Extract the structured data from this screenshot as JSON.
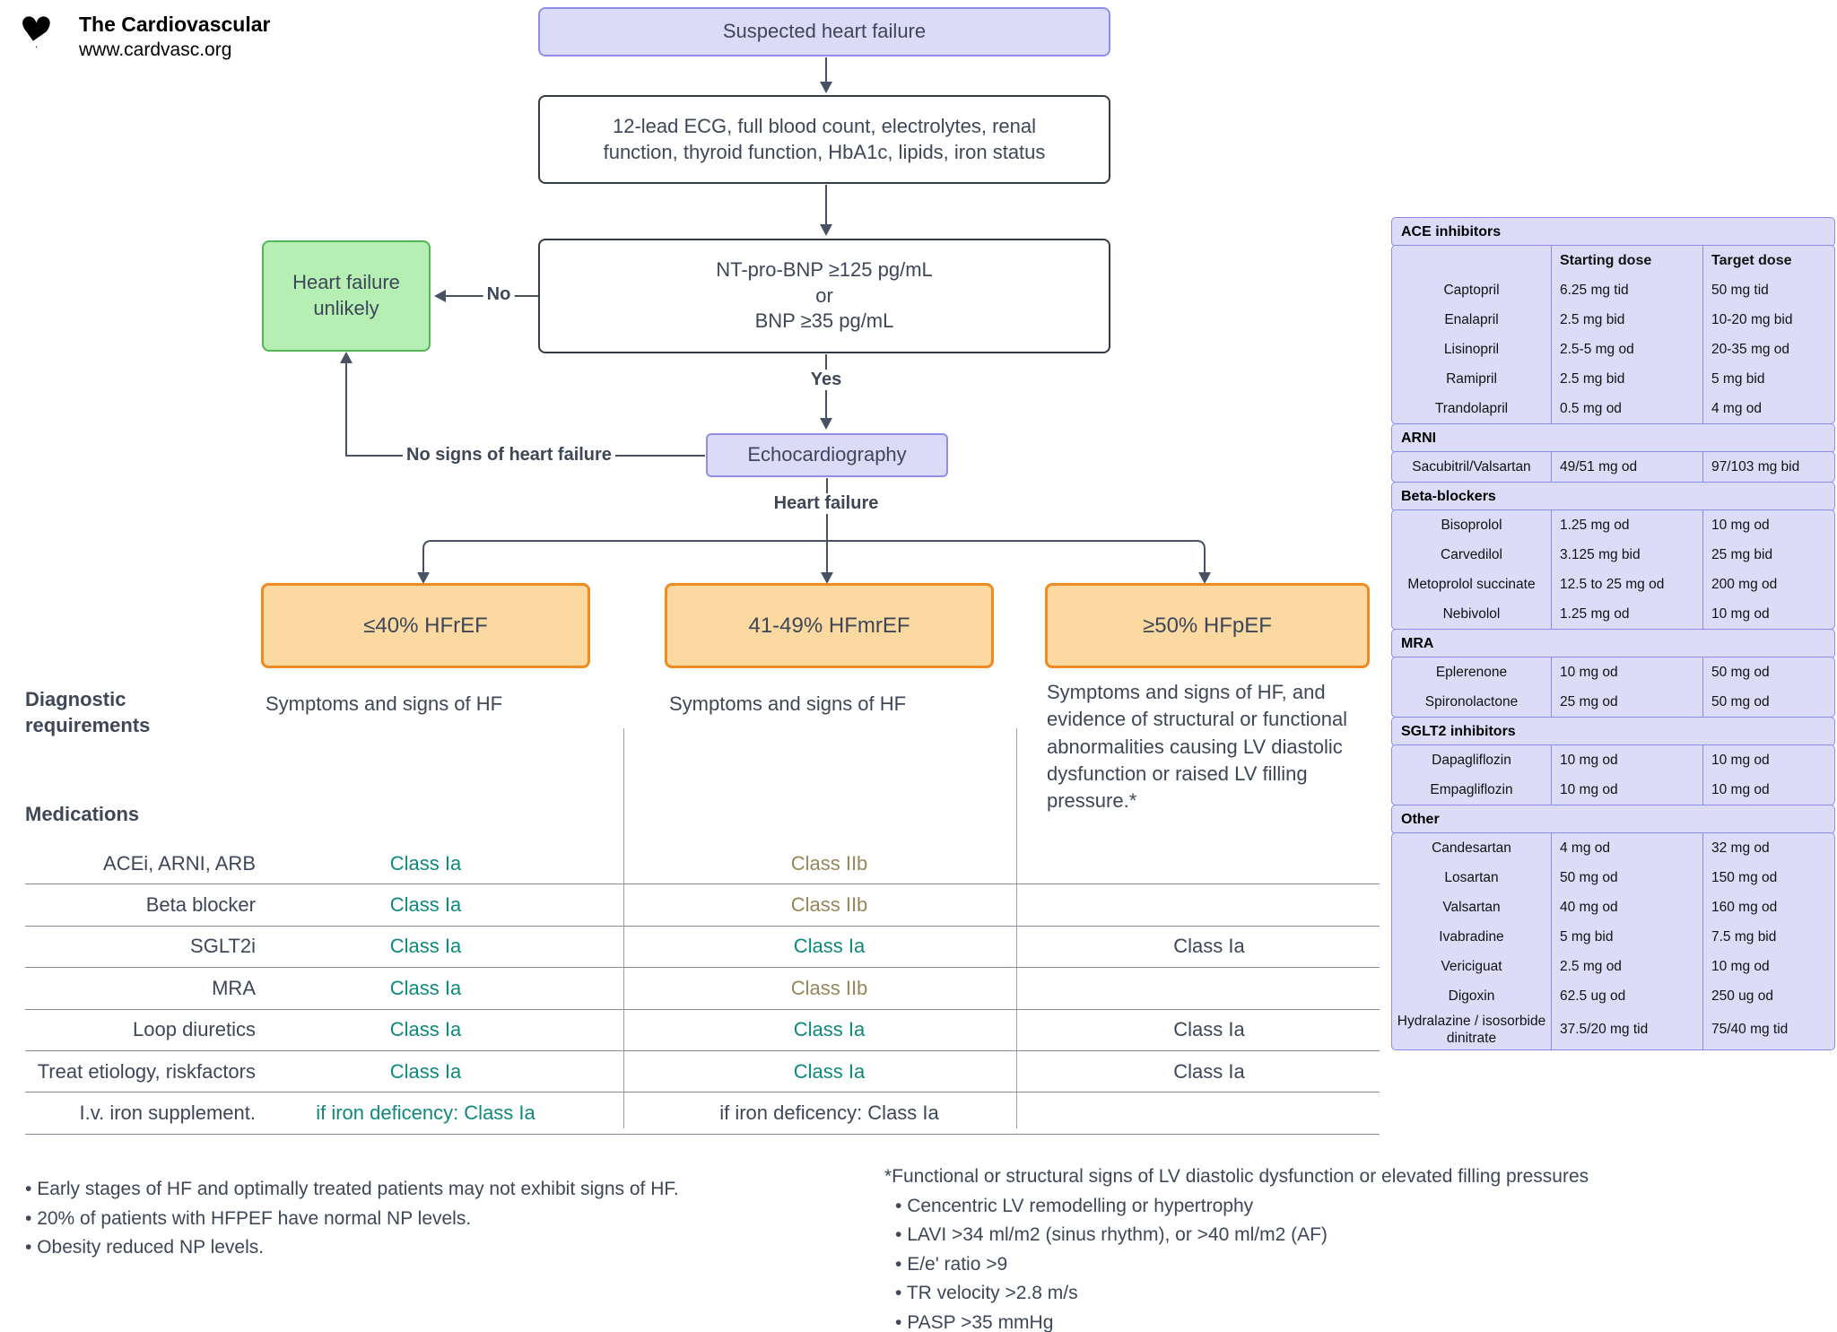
{
  "logo": {
    "title": "The Cardiovascular",
    "url": "www.cardvasc.org"
  },
  "flow": {
    "suspected": "Suspected heart failure",
    "workup": "12-lead ECG, full blood count, electrolytes, renal function, thyroid function, HbA1c, lipids, iron status",
    "bnp1": "NT-pro-BNP ≥125 pg/mL",
    "bnp2": "or",
    "bnp3": "BNP ≥35 pg/mL",
    "unlikely": "Heart failure unlikely",
    "no_label": "No",
    "yes_label": "Yes",
    "no_signs_label": "No signs of heart failure",
    "hf_label": "Heart failure",
    "echo": "Echocardiography",
    "hfref": "≤40% HFrEF",
    "hfmref": "41-49% HFmrEF",
    "hfpef": "≥50% HFpEF"
  },
  "classification": {
    "diagnostic_label": "Diagnostic requirements",
    "medications_label": "Medications",
    "diag_hfref": "Symptoms and signs of HF",
    "diag_hfmref": "Symptoms and signs of HF",
    "diag_hfpef": "Symptoms and signs of HF, and evidence of structural or functional abnormalities causing LV diastolic dysfunction or raised LV filling pressure.*",
    "rows": [
      {
        "label": "ACEi, ARNI, ARB",
        "c1": "Class Ia",
        "c1_tone": "teal",
        "c2": "Class IIb",
        "c2_tone": "tan",
        "c3": "",
        "c3_tone": "dark"
      },
      {
        "label": "Beta blocker",
        "c1": "Class Ia",
        "c1_tone": "teal",
        "c2": "Class IIb",
        "c2_tone": "tan",
        "c3": "",
        "c3_tone": "dark"
      },
      {
        "label": "SGLT2i",
        "c1": "Class Ia",
        "c1_tone": "teal",
        "c2": "Class Ia",
        "c2_tone": "teal",
        "c3": "Class Ia",
        "c3_tone": "dark"
      },
      {
        "label": "MRA",
        "c1": "Class Ia",
        "c1_tone": "teal",
        "c2": "Class IIb",
        "c2_tone": "tan",
        "c3": "",
        "c3_tone": "dark"
      },
      {
        "label": "Loop diuretics",
        "c1": "Class Ia",
        "c1_tone": "teal",
        "c2": "Class Ia",
        "c2_tone": "teal",
        "c3": "Class Ia",
        "c3_tone": "dark"
      },
      {
        "label": "Treat etiology, riskfactors",
        "c1": "Class Ia",
        "c1_tone": "teal",
        "c2": "Class Ia",
        "c2_tone": "teal",
        "c3": "Class Ia",
        "c3_tone": "dark"
      },
      {
        "label": "I.v. iron supplement.",
        "c1": "if iron deficency: Class Ia",
        "c1_tone": "teal",
        "c2": "if iron deficency: Class Ia",
        "c2_tone": "dark",
        "c3": "",
        "c3_tone": "dark"
      }
    ]
  },
  "dosing": {
    "col_start": "Starting dose",
    "col_target": "Target dose",
    "sections": [
      {
        "title": "ACE inhibitors",
        "drugs": [
          {
            "name": "Captopril",
            "start": "6.25 mg tid",
            "target": "50 mg tid"
          },
          {
            "name": "Enalapril",
            "start": "2.5 mg bid",
            "target": "10-20 mg bid"
          },
          {
            "name": "Lisinopril",
            "start": "2.5-5 mg od",
            "target": "20-35 mg od"
          },
          {
            "name": "Ramipril",
            "start": "2.5 mg bid",
            "target": "5 mg bid"
          },
          {
            "name": "Trandolapril",
            "start": "0.5 mg od",
            "target": "4 mg od"
          }
        ]
      },
      {
        "title": "ARNI",
        "drugs": [
          {
            "name": "Sacubitril/Valsartan",
            "start": "49/51 mg od",
            "target": "97/103 mg bid"
          }
        ]
      },
      {
        "title": "Beta-blockers",
        "drugs": [
          {
            "name": "Bisoprolol",
            "start": "1.25 mg od",
            "target": "10 mg od"
          },
          {
            "name": "Carvedilol",
            "start": "3.125 mg bid",
            "target": "25 mg bid"
          },
          {
            "name": "Metoprolol succinate",
            "start": "12.5 to 25 mg od",
            "target": "200 mg od"
          },
          {
            "name": "Nebivolol",
            "start": "1.25 mg od",
            "target": "10 mg od"
          }
        ]
      },
      {
        "title": "MRA",
        "drugs": [
          {
            "name": "Eplerenone",
            "start": "10 mg od",
            "target": "50 mg od"
          },
          {
            "name": "Spironolactone",
            "start": "25 mg od",
            "target": "50 mg od"
          }
        ]
      },
      {
        "title": "SGLT2 inhibitors",
        "drugs": [
          {
            "name": "Dapagliflozin",
            "start": "10 mg od",
            "target": "10 mg od"
          },
          {
            "name": "Empagliflozin",
            "start": "10 mg od",
            "target": "10 mg od"
          }
        ]
      },
      {
        "title": "Other",
        "drugs": [
          {
            "name": "Candesartan",
            "start": "4 mg od",
            "target": "32 mg od"
          },
          {
            "name": "Losartan",
            "start": "50 mg od",
            "target": "150 mg od"
          },
          {
            "name": "Valsartan",
            "start": "40 mg od",
            "target": "160 mg od"
          },
          {
            "name": "Ivabradine",
            "start": "5 mg bid",
            "target": "7.5 mg bid"
          },
          {
            "name": "Vericiguat",
            "start": "2.5 mg od",
            "target": "10 mg od"
          },
          {
            "name": "Digoxin",
            "start": "62.5 ug od",
            "target": "250 ug od"
          },
          {
            "name": "Hydralazine / isosorbide dinitrate",
            "start": "37.5/20 mg tid",
            "target": "75/40 mg tid"
          }
        ]
      }
    ]
  },
  "footnotes": {
    "left": [
      "Early stages of HF and optimally treated patients may not exhibit signs of HF.",
      "20% of patients with HFPEF have normal NP levels.",
      "Obesity reduced NP levels."
    ],
    "right_title": "*Functional or structural signs of LV diastolic dysfunction or elevated filling pressures",
    "right": [
      "Cencentric LV remodelling or hypertrophy",
      "LAVI >34 ml/m2 (sinus rhythm), or >40 ml/m2 (AF)",
      "E/e' ratio >9",
      "TR velocity >2.8 m/s",
      "PASP >35 mmHg"
    ]
  },
  "colors": {
    "accent_purple": "#8f8fea",
    "fill_purple": "#dbdbf8",
    "fill_green": "#b6efb4",
    "border_green": "#55b457",
    "fill_orange": "#fbd9a1",
    "border_orange": "#ef8b20",
    "class_ia_teal": "#0e897b",
    "class_iib_tan": "#97865a",
    "line_slate": "#495263"
  }
}
